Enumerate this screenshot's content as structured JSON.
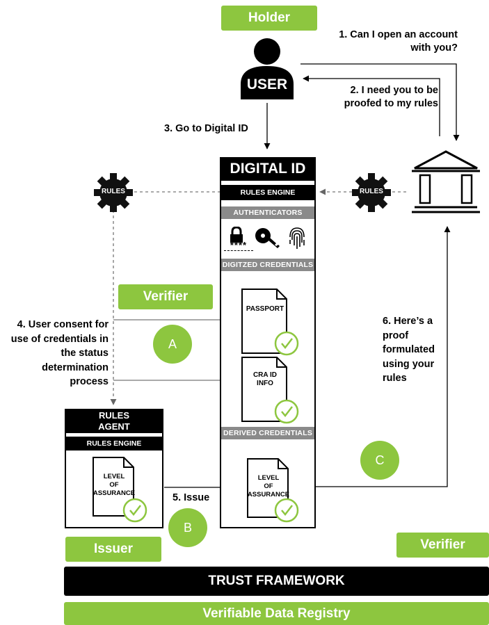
{
  "roles": {
    "holder": "Holder",
    "verifier_top": "Verifier",
    "issuer": "Issuer",
    "verifier_bottom": "Verifier"
  },
  "user_label": "USER",
  "steps": {
    "s1": "1. Can I open an account with you?",
    "s2": "2. I need you to be proofed to my rules",
    "s3": "3. Go to Digital ID",
    "s4": "4. User consent for use of credentials in the status determination process",
    "s5": "5. Issue",
    "s6": "6. Here’s a proof formulated using your rules"
  },
  "rules_gear_label": "RULES",
  "digital_id": {
    "title": "DIGITAL ID",
    "rules_engine": "RULES ENGINE",
    "authenticators": "AUTHENTICATORS",
    "pin_stars": "****",
    "digitized_credentials": "DIGITZED CREDENTIALS",
    "passport": "PASSPORT",
    "cra_line1": "CRA ID",
    "cra_line2": "INFO",
    "derived_credentials": "DERIVED CREDENTIALS",
    "loa_line1": "LEVEL",
    "loa_line2": "OF",
    "loa_line3": "ASSURANCE"
  },
  "rules_agent": {
    "title_line1": "RULES",
    "title_line2": "AGENT",
    "rules_engine": "RULES ENGINE",
    "loa_line1": "LEVEL",
    "loa_line2": "OF",
    "loa_line3": "ASSURANCE"
  },
  "circles": {
    "a": "A",
    "b": "B",
    "c": "C"
  },
  "trust_framework": "TRUST FRAMEWORK",
  "registry": "Verifiable Data Registry",
  "colors": {
    "green": "#8dc63f",
    "black": "#000000",
    "grey": "#8a8a8a"
  }
}
